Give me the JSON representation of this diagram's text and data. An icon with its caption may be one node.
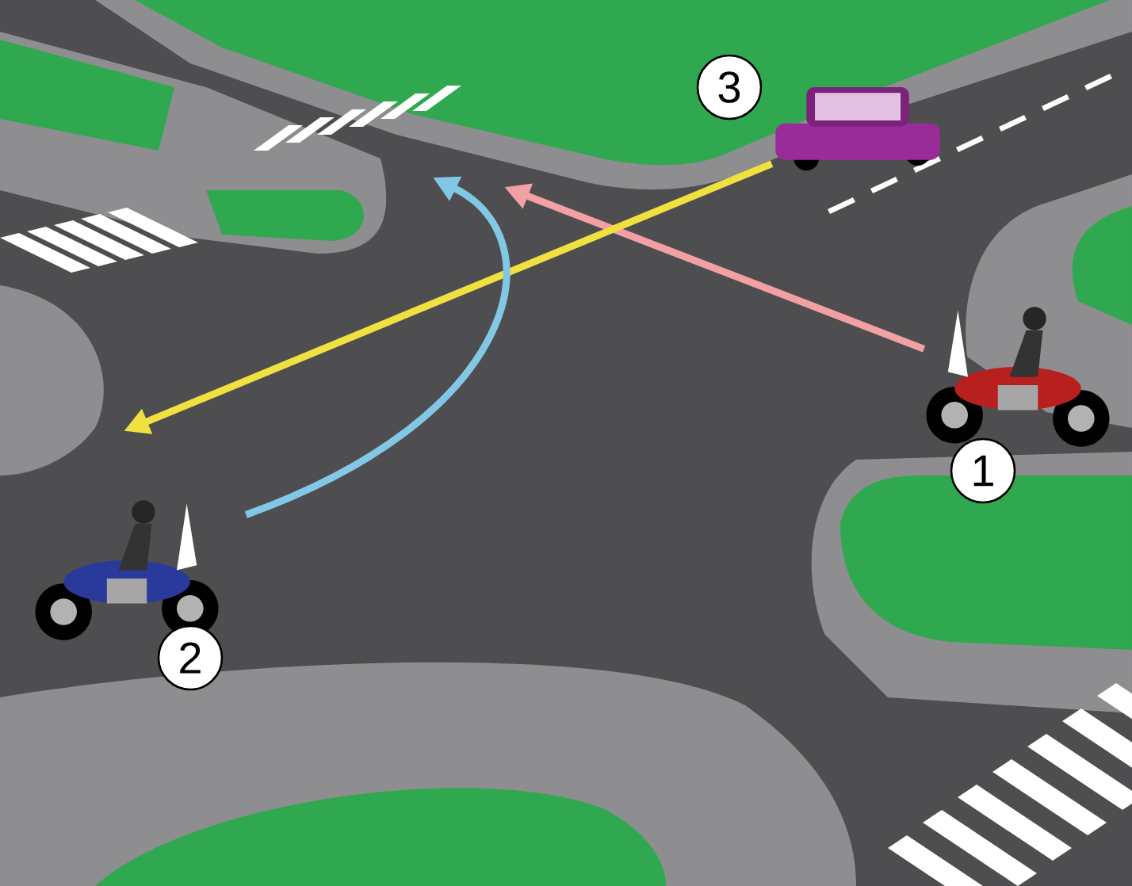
{
  "diagram": {
    "nodes": [
      {
        "text": [],
        "shape": "picture",
        "beside": [
          "1"
        ]
      },
      {
        "text": [],
        "shape": "picture",
        "beside": [
          "2"
        ]
      },
      {
        "text": [],
        "shape": "picture",
        "beside": [
          "3"
        ]
      }
    ],
    "edges": [
      {
        "from": 0,
        "to": null,
        "arrow": "to",
        "color": "#f2a0a4"
      },
      {
        "from": 2,
        "to": null,
        "arrow": "to",
        "color": "#f0e040"
      },
      {
        "from": 1,
        "to": null,
        "arrow": "to",
        "color": "#82c8e6"
      }
    ]
  }
}
